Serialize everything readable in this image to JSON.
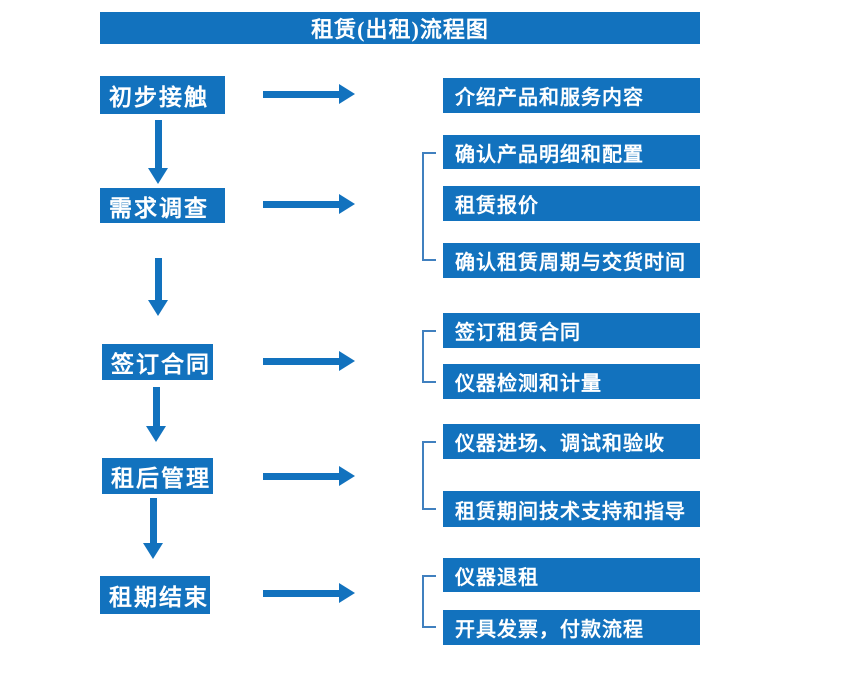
{
  "title": "租赁(出租)流程图",
  "colors": {
    "primary": "#1272be",
    "bracket_line": "#4080bf",
    "box_text": "#ffffff",
    "page_background": "#ffffff"
  },
  "steps": [
    {
      "label": "初步接触",
      "outputs": [
        "介绍产品和服务内容"
      ]
    },
    {
      "label": "需求调查",
      "outputs": [
        "确认产品明细和配置",
        "租赁报价",
        "确认租赁周期与交货时间"
      ]
    },
    {
      "label": "签订合同",
      "outputs": [
        "签订租赁合同",
        "仪器检测和计量"
      ]
    },
    {
      "label": "租后管理",
      "outputs": [
        "仪器进场、调试和验收",
        "租赁期间技术支持和指导"
      ]
    },
    {
      "label": "租期结束",
      "outputs": [
        "仪器退租",
        "开具发票，付款流程"
      ]
    }
  ]
}
